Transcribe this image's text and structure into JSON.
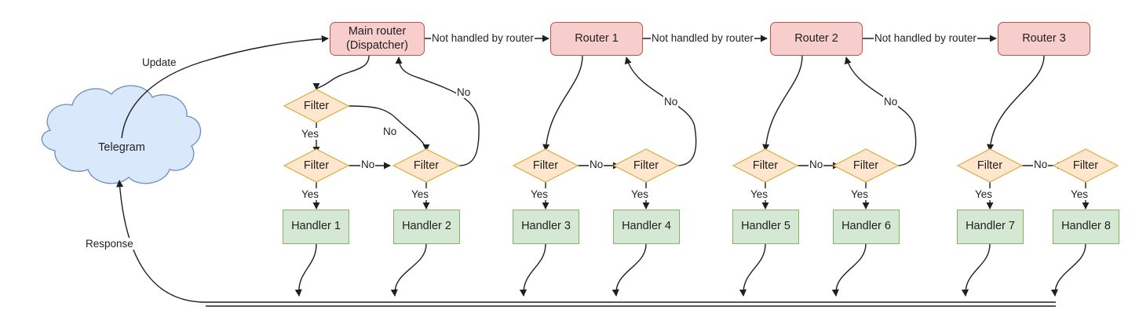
{
  "diagram": {
    "title": "Telegram bot update dispatch flow",
    "colors": {
      "router_fill": "#f8cecc",
      "router_stroke": "#b85450",
      "filter_fill": "#ffe6cc",
      "filter_stroke": "#d6b656",
      "handler_fill": "#d5e8d4",
      "handler_stroke": "#82b366",
      "cloud_fill": "#dae8fc",
      "cloud_stroke": "#6c8ebf",
      "edge_stroke": "#1f1f1f",
      "text": "#1f1f1f"
    }
  },
  "cloud": {
    "label": "Telegram"
  },
  "routers": [
    {
      "id": "main-router",
      "line1": "Main router",
      "line2": "(Dispatcher)"
    },
    {
      "id": "router-1",
      "line1": "Router 1",
      "line2": ""
    },
    {
      "id": "router-2",
      "line1": "Router 2",
      "line2": ""
    },
    {
      "id": "router-3",
      "line1": "Router 3",
      "line2": ""
    }
  ],
  "filters": [
    {
      "id": "filter-a",
      "label": "Filter"
    },
    {
      "id": "filter-b",
      "label": "Filter"
    },
    {
      "id": "filter-c",
      "label": "Filter"
    },
    {
      "id": "filter-d",
      "label": "Filter"
    },
    {
      "id": "filter-e",
      "label": "Filter"
    },
    {
      "id": "filter-f",
      "label": "Filter"
    },
    {
      "id": "filter-g",
      "label": "Filter"
    },
    {
      "id": "filter-h",
      "label": "Filter"
    },
    {
      "id": "filter-i",
      "label": "Filter"
    }
  ],
  "handlers": [
    {
      "id": "handler-1",
      "label": "Handler 1"
    },
    {
      "id": "handler-2",
      "label": "Handler 2"
    },
    {
      "id": "handler-3",
      "label": "Handler 3"
    },
    {
      "id": "handler-4",
      "label": "Handler 4"
    },
    {
      "id": "handler-5",
      "label": "Handler 5"
    },
    {
      "id": "handler-6",
      "label": "Handler 6"
    },
    {
      "id": "handler-7",
      "label": "Handler 7"
    },
    {
      "id": "handler-8",
      "label": "Handler 8"
    }
  ],
  "edge_labels": {
    "update": "Update",
    "response": "Response",
    "not_handled_1": "Not handled by router",
    "not_handled_2": "Not handled by router",
    "not_handled_3": "Not handled by router",
    "yes": "Yes",
    "no": "No",
    "yes_1": "Yes",
    "yes_2": "Yes",
    "yes_3": "Yes",
    "yes_4": "Yes",
    "yes_5": "Yes",
    "yes_6": "Yes",
    "yes_7": "Yes",
    "yes_8": "Yes",
    "yes_top": "Yes",
    "no_top_right": "No",
    "no_mid_1": "No",
    "no_chain_1": "No",
    "no_chain_2": "No",
    "no_chain_3": "No",
    "no_chain_4": "No",
    "no_return_2": "No",
    "no_return_3": "No"
  }
}
